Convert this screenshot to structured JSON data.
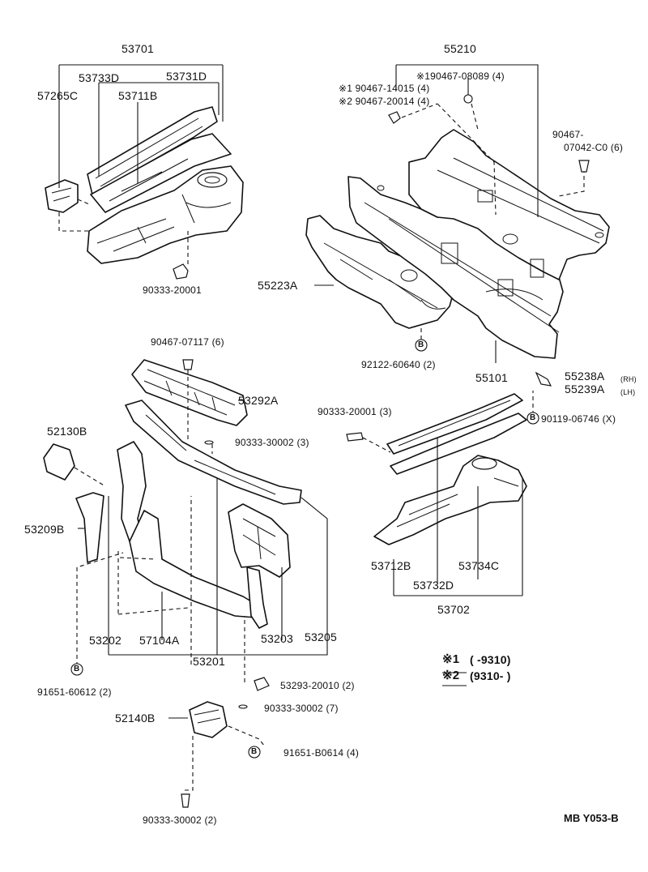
{
  "labels": {
    "p53701": "53701",
    "p53733D": "53733D",
    "p53731D": "53731D",
    "p57265C": "57265C",
    "p53711B": "53711B",
    "p90333_20001_top": "90333-20001",
    "p55210": "55210",
    "p1_90467_08089": "※190467-08089 (4)",
    "p1_90467_14015": "※1 90467-14015 (4)",
    "p2_90467_20014": "※2 90467-20014 (4)",
    "p90467_07042_a": "90467-",
    "p90467_07042_b": "07042-C0 (6)",
    "p55223A": "55223A",
    "p92122_60640": "92122-60640 (2)",
    "p55101": "55101",
    "p55238A": "55238A",
    "p55238A_sub": "(RH)",
    "p55239A": "55239A",
    "p55239A_sub": "(LH)",
    "p90119_06746": "90119-06746 (X)",
    "p90467_07117": "90467-07117 (6)",
    "p53292A": "53292A",
    "p52130B": "52130B",
    "p90333_30002_3": "90333-30002 (3)",
    "p90333_20001_3": "90333-20001 (3)",
    "p53209B": "53209B",
    "p53712B": "53712B",
    "p53734C": "53734C",
    "p53732D": "53732D",
    "p53702": "53702",
    "p53202": "53202",
    "p57104A": "57104A",
    "p53203": "53203",
    "p53205": "53205",
    "p53201": "53201",
    "p91651_60612": "91651-60612 (2)",
    "p53293_20010": "53293-20010 (2)",
    "p90333_30002_7": "90333-30002 (7)",
    "p52140B": "52140B",
    "p91651_B0614": "91651-B0614 (4)",
    "p90333_30002_2": "90333-30002 (2)",
    "b_marker": "B"
  },
  "notes": {
    "n1_mark": "※1",
    "n1_range": "(       -9310)",
    "n2_mark": "※2",
    "n2_range": "(9310-        )"
  },
  "figure_code": "MB Y053-B"
}
